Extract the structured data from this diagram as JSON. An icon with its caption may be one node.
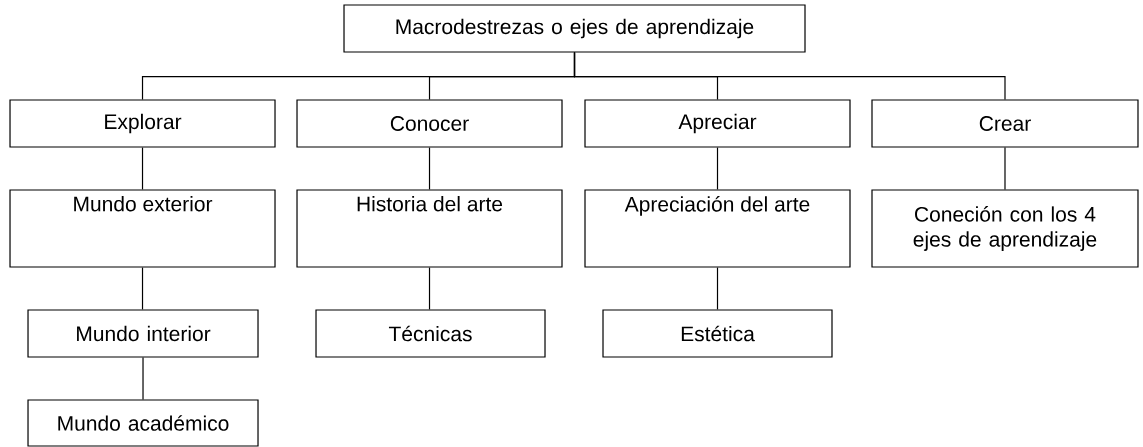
{
  "diagram": {
    "nodes": [
      {
        "text": [
          "Macrodestrezas o ejes de aprendizaje"
        ]
      },
      {
        "text": [
          "Explorar"
        ]
      },
      {
        "text": [
          "Conocer"
        ]
      },
      {
        "text": [
          "Apreciar"
        ]
      },
      {
        "text": [
          "Crear"
        ]
      },
      {
        "text": [
          "Mundo exterior"
        ]
      },
      {
        "text": [
          "Historia del arte"
        ]
      },
      {
        "text": [
          "Apreciación del arte"
        ]
      },
      {
        "text": [
          "Coneción con los 4 ejes de aprendizaje"
        ]
      },
      {
        "text": [
          "Mundo interior"
        ]
      },
      {
        "text": [
          "Técnicas"
        ]
      },
      {
        "text": [
          "Estética"
        ]
      },
      {
        "text": [
          "Mundo académico"
        ]
      }
    ],
    "edges": [
      {
        "from": 0,
        "to": 1,
        "arrow": "none"
      },
      {
        "from": 0,
        "to": 2,
        "arrow": "none"
      },
      {
        "from": 0,
        "to": 3,
        "arrow": "none"
      },
      {
        "from": 0,
        "to": 4,
        "arrow": "none"
      },
      {
        "from": 1,
        "to": 5,
        "arrow": "none"
      },
      {
        "from": 2,
        "to": 6,
        "arrow": "none"
      },
      {
        "from": 3,
        "to": 7,
        "arrow": "none"
      },
      {
        "from": 4,
        "to": 8,
        "arrow": "none"
      },
      {
        "from": 5,
        "to": 9,
        "arrow": "none"
      },
      {
        "from": 6,
        "to": 10,
        "arrow": "none"
      },
      {
        "from": 7,
        "to": 11,
        "arrow": "none"
      },
      {
        "from": 9,
        "to": 12,
        "arrow": "none"
      }
    ]
  }
}
